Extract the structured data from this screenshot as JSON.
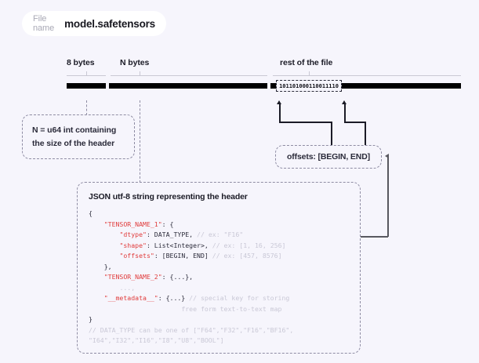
{
  "filename_chip": {
    "label": "File name",
    "value": "model.safetensors"
  },
  "byte_bar": {
    "segments": [
      {
        "label": "8 bytes",
        "name": "header-size-segment"
      },
      {
        "label": "N bytes",
        "name": "header-json-segment"
      },
      {
        "label": "rest of the file",
        "name": "tensor-data-segment"
      }
    ],
    "binary_sample": "101101000110011110"
  },
  "notes": {
    "n_bytes": {
      "line1": "N = u64 int containing",
      "line2": "the size of the header"
    },
    "offsets": "offsets: [BEGIN, END]"
  },
  "json_panel": {
    "title": "JSON utf-8 string representing the header",
    "lines": [
      {
        "segments": [
          {
            "t": "{",
            "c": "p"
          }
        ]
      },
      {
        "segments": [
          {
            "t": "    ",
            "c": "p"
          },
          {
            "t": "\"TENSOR_NAME_1\"",
            "c": "k"
          },
          {
            "t": ": {",
            "c": "p"
          }
        ]
      },
      {
        "segments": [
          {
            "t": "        ",
            "c": "p"
          },
          {
            "t": "\"dtype\"",
            "c": "k"
          },
          {
            "t": ": DATA_TYPE, ",
            "c": "p"
          },
          {
            "t": "// ex: \"F16\"",
            "c": "c"
          }
        ]
      },
      {
        "segments": [
          {
            "t": "        ",
            "c": "p"
          },
          {
            "t": "\"shape\"",
            "c": "k"
          },
          {
            "t": ": List<Integer>, ",
            "c": "p"
          },
          {
            "t": "// ex: [1, 16, 256]",
            "c": "c"
          }
        ]
      },
      {
        "segments": [
          {
            "t": "        ",
            "c": "p"
          },
          {
            "t": "\"offsets\"",
            "c": "k"
          },
          {
            "t": ": [BEGIN, END] ",
            "c": "p"
          },
          {
            "t": "// ex: [457, 8576]",
            "c": "c"
          }
        ]
      },
      {
        "segments": [
          {
            "t": "    },",
            "c": "p"
          }
        ]
      },
      {
        "segments": [
          {
            "t": "    ",
            "c": "p"
          },
          {
            "t": "\"TENSOR_NAME_2\"",
            "c": "k"
          },
          {
            "t": ": {...},",
            "c": "p"
          }
        ]
      },
      {
        "segments": [
          {
            "t": "        ",
            "c": "p"
          },
          {
            "t": "...,",
            "c": "c"
          }
        ]
      },
      {
        "segments": [
          {
            "t": "    ",
            "c": "p"
          },
          {
            "t": "\"__metadata__\"",
            "c": "k"
          },
          {
            "t": ": {...} ",
            "c": "p"
          },
          {
            "t": "// special key for storing",
            "c": "c"
          }
        ]
      },
      {
        "segments": [
          {
            "t": "                        ",
            "c": "p"
          },
          {
            "t": "free form text-to-text map",
            "c": "c"
          }
        ]
      },
      {
        "segments": [
          {
            "t": "}",
            "c": "p"
          }
        ]
      },
      {
        "segments": [
          {
            "t": "// DATA_TYPE can be one of [\"F64\",\"F32\",\"F16\",\"BF16\",",
            "c": "c"
          }
        ]
      },
      {
        "segments": [
          {
            "t": "\"I64\",\"I32\",\"I16\",\"I8\",\"U8\",\"BOOL\"]",
            "c": "c"
          }
        ]
      }
    ]
  },
  "colors": {
    "background": "#f6f5fc",
    "chip_background": "#ffffff",
    "bar": "#000000",
    "dashed_border": "#8e8ca3",
    "code_key": "#e03c3c",
    "code_comment": "#c9c8d6",
    "text": "#2b2b3a"
  }
}
